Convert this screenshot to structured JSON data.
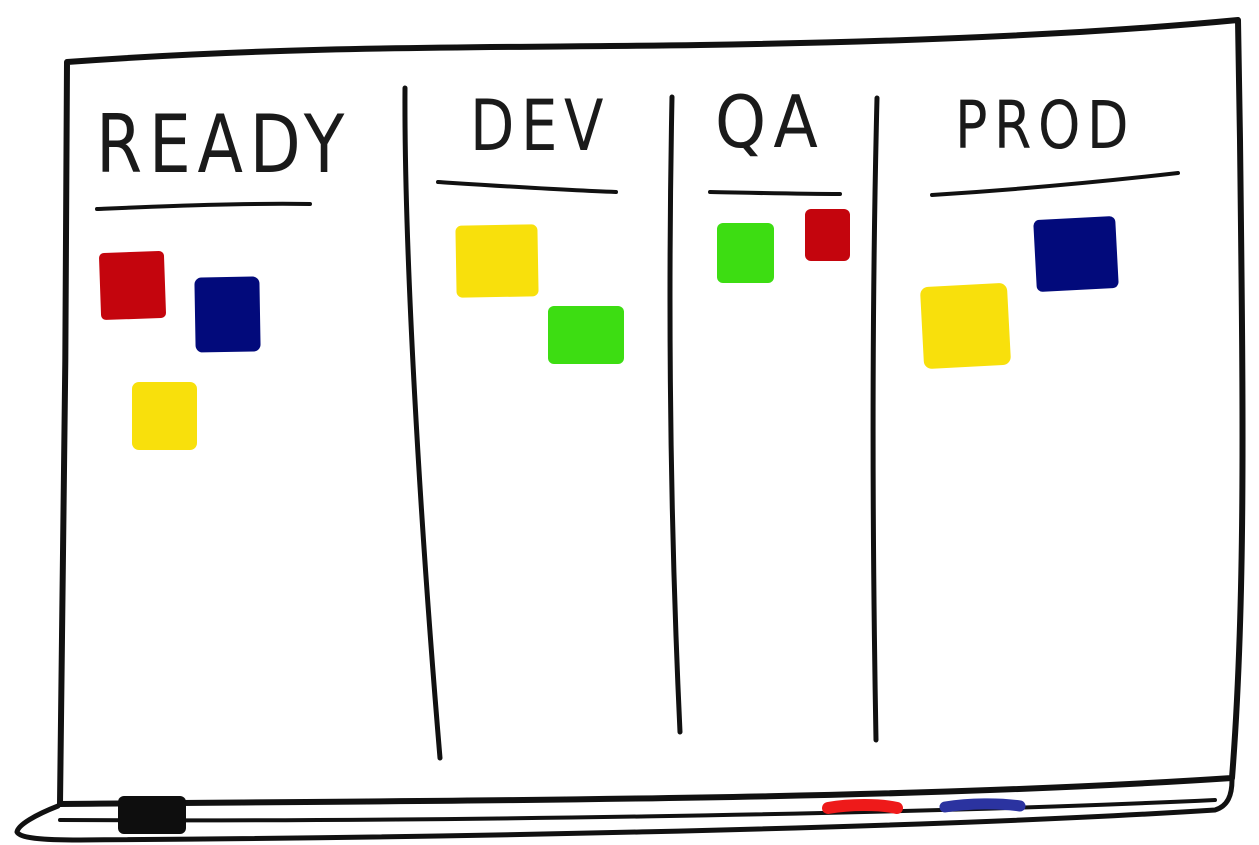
{
  "columns": [
    {
      "id": "ready",
      "title": "READY",
      "cards": [
        "red",
        "blue",
        "yellow"
      ]
    },
    {
      "id": "dev",
      "title": "DEV",
      "cards": [
        "yellow",
        "green"
      ]
    },
    {
      "id": "qa",
      "title": "QA",
      "cards": [
        "green",
        "red"
      ]
    },
    {
      "id": "prod",
      "title": "PROD",
      "cards": [
        "blue",
        "yellow"
      ]
    }
  ],
  "colors": {
    "red": "#c4050d",
    "blue": "#020a7b",
    "yellow": "#f8e00c",
    "green": "#3ddd12",
    "ink": "#111111",
    "red_marker": "#ee1a1a",
    "blue_marker": "#2b33a0",
    "eraser": "#0e0e0e"
  },
  "tray_items": [
    "eraser",
    "red-marker",
    "blue-marker"
  ]
}
